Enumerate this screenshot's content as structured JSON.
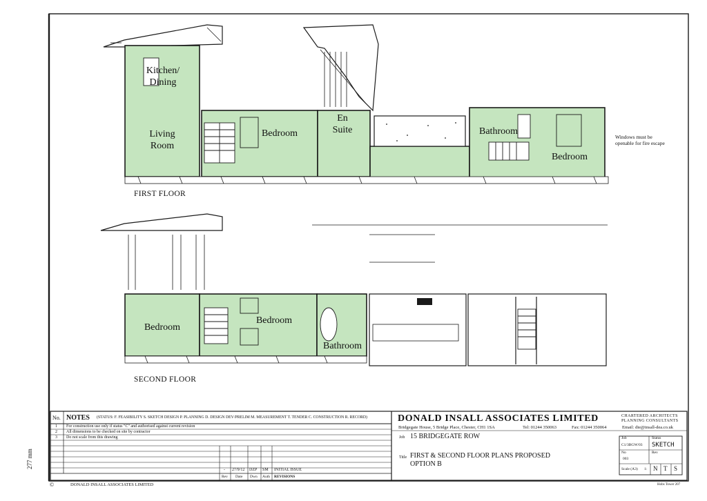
{
  "colors": {
    "plan_fill": "#c5e5bf",
    "line": "#1a1a1a",
    "paper": "#ffffff"
  },
  "first_floor": {
    "label": "FIRST FLOOR",
    "rooms": {
      "kitchen": "Kitchen/\nDining",
      "living": "Living\nRoom",
      "bedroom1": "Bedroom",
      "ensuite": "En\nSuite",
      "bathroom": "Bathroom",
      "bedroom2": "Bedroom"
    },
    "note": "Windows must be\nopenable for fire escape"
  },
  "second_floor": {
    "label": "SECOND FLOOR",
    "rooms": {
      "bedroom1": "Bedroom",
      "bedroom2": "Bedroom",
      "bathroom": "Bathroom"
    }
  },
  "title_block": {
    "no_header": "No.",
    "notes_title": "NOTES",
    "notes_status": "(STATUS: F. FEASIBILITY  S. SKETCH DESIGN  P. PLANNING  D. DESIGN DEV/PRELIM  M. MEASUREMENT  T. TENDER  C. CONSTRUCTION  R. RECORD)",
    "notes": [
      {
        "no": "1",
        "text": "For construction use only if status \"C\" and authorised against current revision"
      },
      {
        "no": "2",
        "text": "All dimensions to be checked on site by contractor"
      },
      {
        "no": "3",
        "text": "Do not scale from this drawing"
      }
    ],
    "revision": {
      "rev": "-",
      "date": "27/9/12",
      "drawn": "DZP",
      "auth": "SM",
      "desc": "INITIAL ISSUE"
    },
    "revision_headers": {
      "rev": "Rev",
      "date": "Date",
      "drawn": "Dwn",
      "auth": "Auth",
      "desc": "REVISIONS"
    },
    "company": "DONALD INSALL ASSOCIATES LIMITED",
    "company_tag": "CHARTERED ARCHITECTS\nPLANNING CONSULTANTS",
    "address": "Bridgegate House, 5 Bridge Place, Chester, CH1 1SA",
    "tel": "Tel: 01244 350063",
    "fax": "Fax: 01244 350064",
    "email": "Email: die@insall-dea.co.uk",
    "job_label": "Job",
    "job": "15 BRIDGEGATE ROW",
    "title_label": "Title",
    "title_line1": "FIRST & SECOND FLOOR PLANS PROPOSED",
    "title_line2": "OPTION B",
    "job_no_label": "Job",
    "job_no": "C1/3BGW/03",
    "status_label": "Status",
    "status": "SKETCH",
    "no_label": "No",
    "no": "003",
    "rev_label": "Rev",
    "scale_label": "Scale (A3)",
    "scale_colon": "1:",
    "scale": [
      "N",
      "T",
      "S"
    ],
    "size_mark": "277 mm",
    "copyright_symbol": "©",
    "copyright": "DONALD INSALL ASSOCIATES LIMITED",
    "footer_ref": "Hobs Tower 207"
  }
}
